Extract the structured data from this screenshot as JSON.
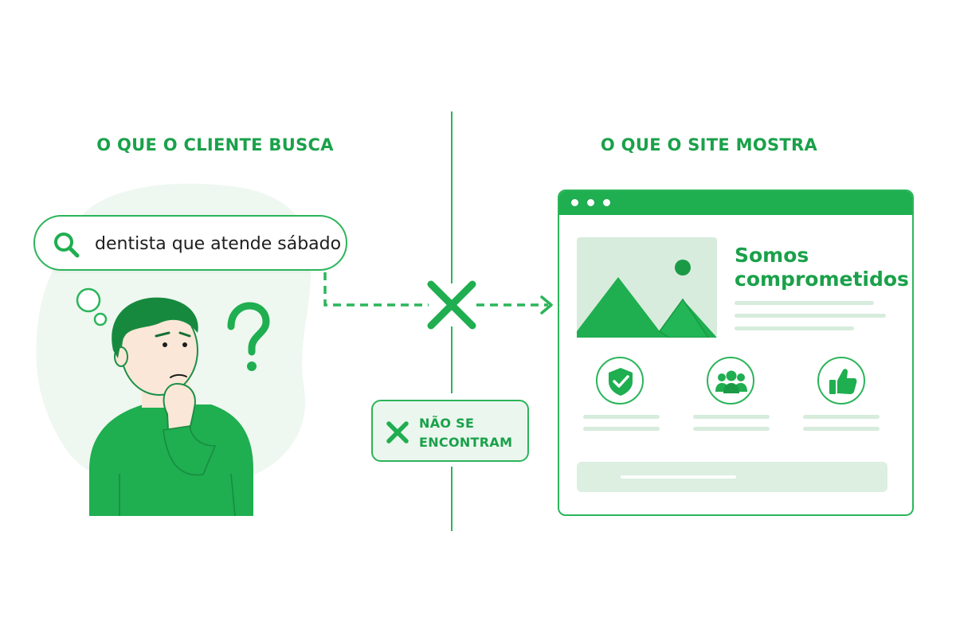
{
  "left_panel": {
    "heading": "O QUE O CLIENTE BUSCA",
    "search_query": "dentista que atende sábado"
  },
  "right_panel": {
    "heading": "O QUE O SITE MOSTRA",
    "hero_title_line1": "Somos",
    "hero_title_line2": "comprometidos",
    "features": [
      {
        "icon": "shield-check-icon"
      },
      {
        "icon": "people-group-icon"
      },
      {
        "icon": "thumbs-up-icon"
      }
    ]
  },
  "mismatch_badge": {
    "line1": "NÃO SE",
    "line2": "ENCONTRAM"
  },
  "colors": {
    "primary_green": "#1fae50",
    "text_green": "#1aa14a",
    "light_green": "#ebf6ee"
  }
}
